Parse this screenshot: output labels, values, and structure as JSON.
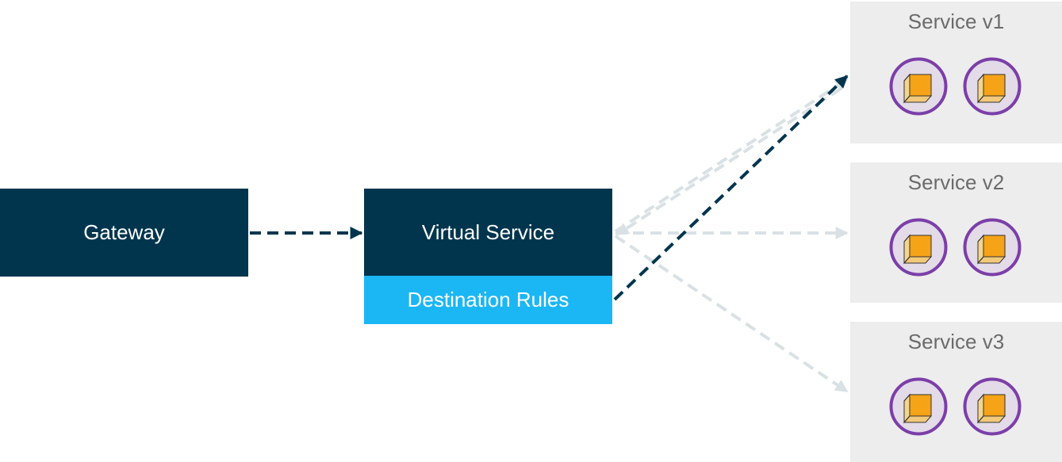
{
  "gateway": {
    "label": "Gateway"
  },
  "virtual_service": {
    "label": "Virtual Service"
  },
  "destination_rules": {
    "label": "Destination Rules"
  },
  "services": [
    {
      "label": "Service v1",
      "pods": [
        "pod-icon",
        "pod-icon"
      ]
    },
    {
      "label": "Service v2",
      "pods": [
        "pod-icon",
        "pod-icon"
      ]
    },
    {
      "label": "Service v3",
      "pods": [
        "pod-icon",
        "pod-icon"
      ]
    }
  ],
  "colors": {
    "dark_box": "#01354e",
    "light_box": "#1bb7f5",
    "service_bg": "#ededed",
    "pod_ring": "#7b3fa8",
    "pod_fill": "#e3dbe8",
    "cube_front": "#f6a317",
    "active_arrow": "#01354e",
    "inactive_arrow": "#d9e1e5"
  }
}
